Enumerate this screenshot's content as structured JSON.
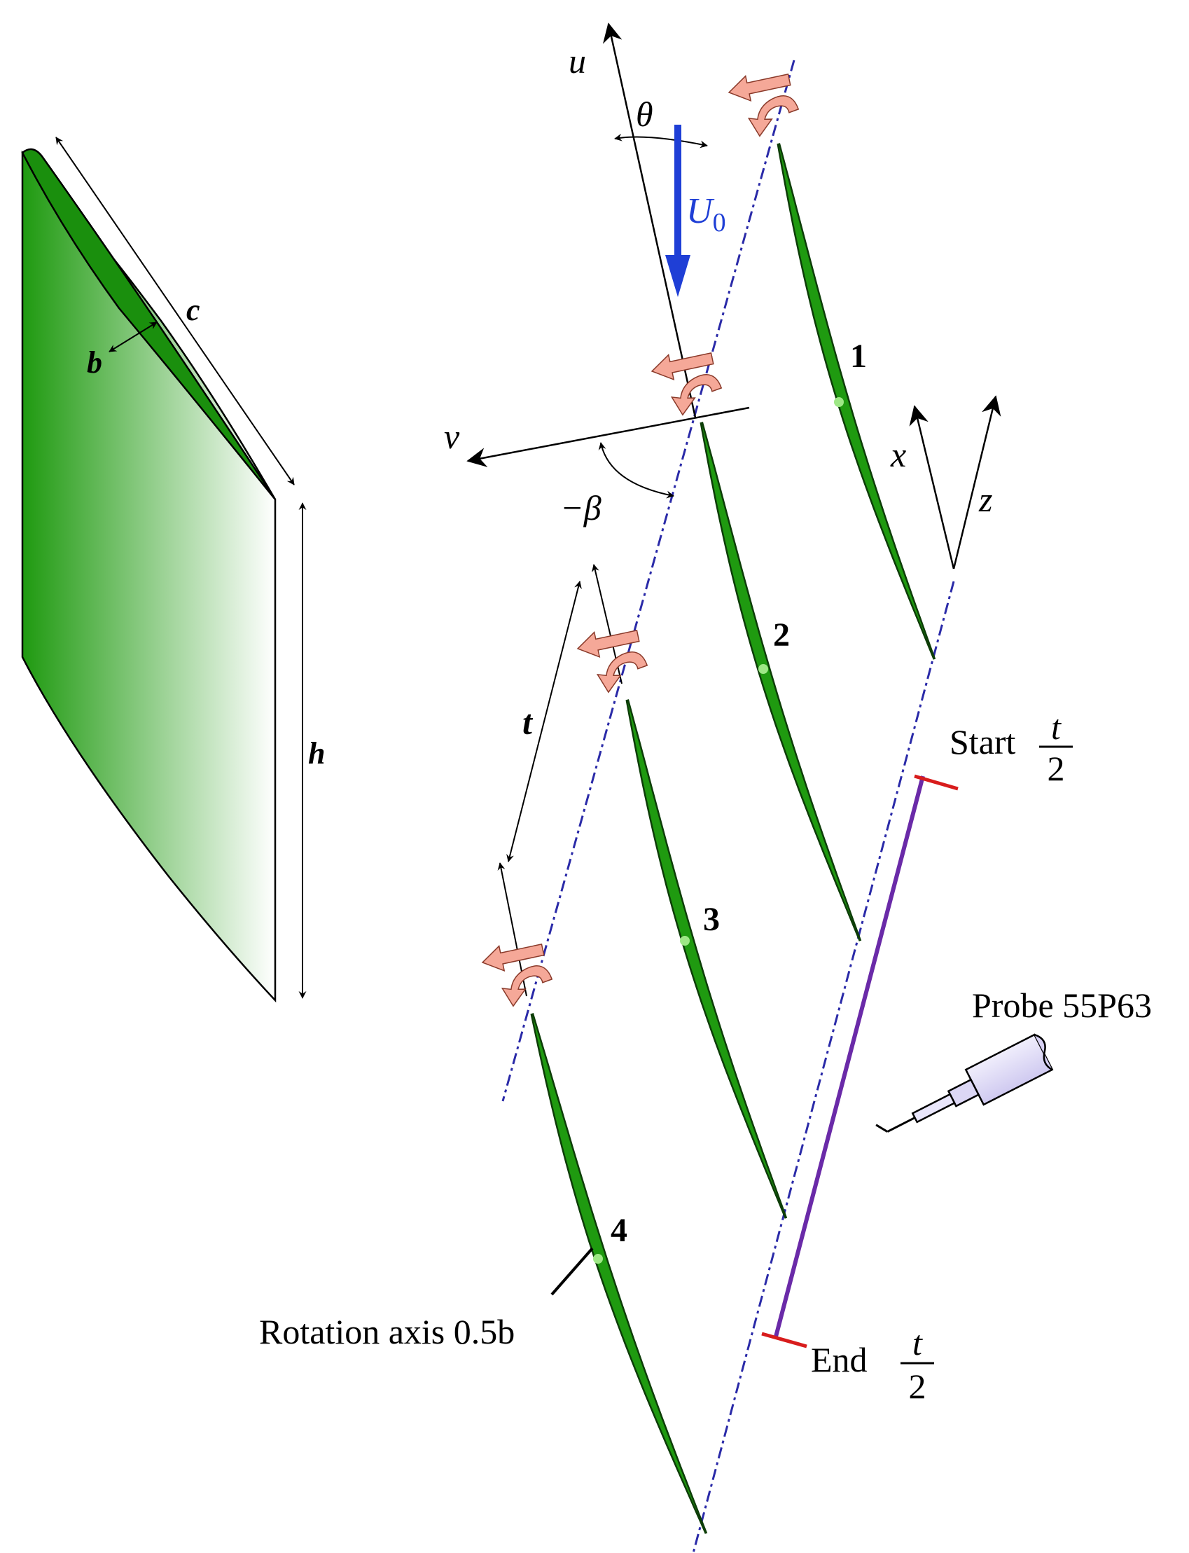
{
  "labels": {
    "u": "u",
    "v": "v",
    "theta": "θ",
    "beta": "−β",
    "U0_main": "U",
    "U0_sub": "0",
    "x": "x",
    "z": "z",
    "c": "c",
    "b": "b",
    "h": "h",
    "t": "t",
    "start": "Start",
    "end": "End",
    "frac_num": "t",
    "frac_den": "2",
    "probe": "Probe 55P63",
    "rotation_axis": "Rotation axis 0.5b"
  },
  "blades": [
    {
      "number": "1"
    },
    {
      "number": "2"
    },
    {
      "number": "3"
    },
    {
      "number": "4"
    }
  ],
  "colors": {
    "blade_fill": "#1f9a10",
    "blade_outline": "#0d3d08",
    "rotation_arrow": "#f5a898",
    "flow_arrow": "#1f3fd6",
    "axis_dashdot": "#2a2aa8",
    "traverse_line": "#6a2aa8",
    "traverse_ends": "#d81c1c",
    "probe_fill": "#e4e0f7",
    "pivot_dot": "#9ee886"
  }
}
